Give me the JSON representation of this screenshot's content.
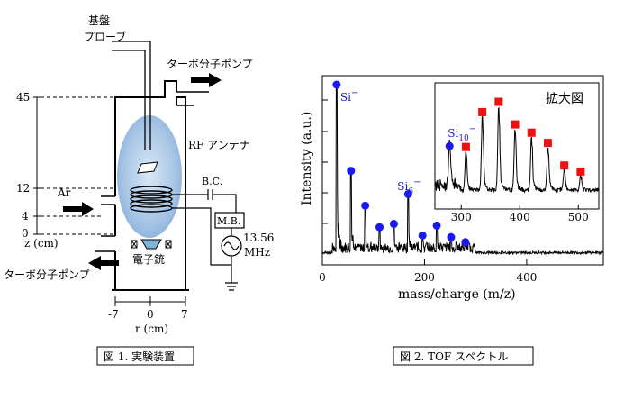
{
  "apparatus": {
    "substrate": "基盤",
    "probe": "プローブ",
    "turbo_pump_top": "ターボ分子ポンプ",
    "turbo_pump_bottom": "ターボ分子ポンプ",
    "rf_antenna": "RF アンテナ",
    "bc": "B.C.",
    "mb": "M.B.",
    "freq": "13.56",
    "freq_unit": "MHz",
    "gas": "Ar",
    "electron_gun": "電子銃",
    "z_ticks": [
      "45",
      "12",
      "4",
      "0"
    ],
    "z_label": "z (cm)",
    "r_ticks": [
      "-7",
      "0",
      "7"
    ],
    "r_label": "r (cm)",
    "caption": "図 1. 実験装置"
  },
  "chart_data": {
    "type": "line",
    "xlabel": "mass/charge (m/z)",
    "ylabel": "Intensity (a.u.)",
    "xlim": [
      0,
      550
    ],
    "x_ticks": [
      0,
      200,
      400
    ],
    "inset_title": "拡大図",
    "inset_xlim": [
      255,
      535
    ],
    "inset_x_ticks": [
      300,
      400,
      500
    ],
    "main_peaks_x": [
      28,
      56,
      84,
      112,
      140,
      168,
      196,
      224,
      252,
      280
    ],
    "main_peaks_y": [
      100,
      48,
      27,
      14,
      16,
      34,
      9,
      15,
      8,
      5
    ],
    "inset_peaks_x": [
      280,
      308,
      336,
      364,
      392,
      420,
      448,
      476,
      504
    ],
    "inset_peaks_y": [
      42,
      38,
      72,
      82,
      60,
      52,
      42,
      20,
      14
    ],
    "annotations": [
      {
        "base": "Si",
        "sub": "",
        "charge": "−",
        "x": 28
      },
      {
        "base": "Si",
        "sub": "6",
        "charge": "−",
        "x": 168
      },
      {
        "base": "Si",
        "sub": "10",
        "charge": "−",
        "x": 280
      }
    ],
    "caption": "図 2. TOF スペクトル",
    "colors": {
      "blue_marker": "#1a1aee",
      "red_marker": "#ee1111"
    }
  }
}
